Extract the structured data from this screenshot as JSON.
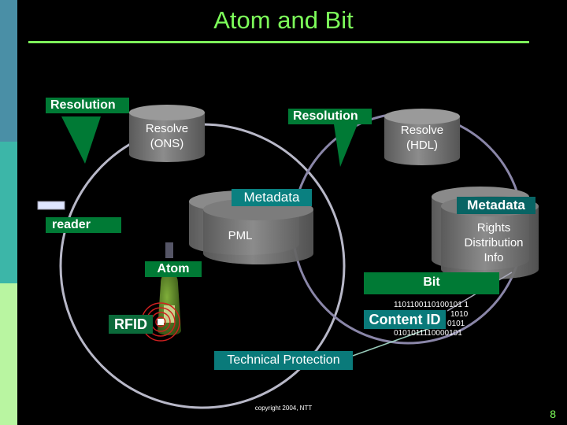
{
  "title": "Atom and Bit",
  "labels": {
    "resolution_left": "Resolution",
    "resolution_center": "Resolution",
    "resolve_ons_line1": "Resolve",
    "resolve_ons_line2": "(ONS)",
    "resolve_hdl_line1": "Resolve",
    "resolve_hdl_line2": "(HDL)",
    "metadata_left": "Metadata",
    "metadata_right": "Metadata",
    "pml": "PML",
    "reader": "reader",
    "rights_line1": "Rights",
    "rights_line2": "Distribution",
    "rights_line3": "Info",
    "atom": "Atom",
    "bit": "Bit",
    "rfid": "RFID",
    "content_id": "Content ID",
    "technical_protection": "Technical Protection"
  },
  "binary_lines": [
    "1101100110100101 1",
    "1010",
    "0101",
    "0101011110000101"
  ],
  "footer": {
    "copyright": "copyright 2004, NTT",
    "page_number": "8"
  },
  "colors": {
    "title": "#7dff5a",
    "label_green": "#007a35",
    "label_teal": "#0a8080",
    "cylinder": "#707070",
    "circle": "#b8b8c8"
  }
}
